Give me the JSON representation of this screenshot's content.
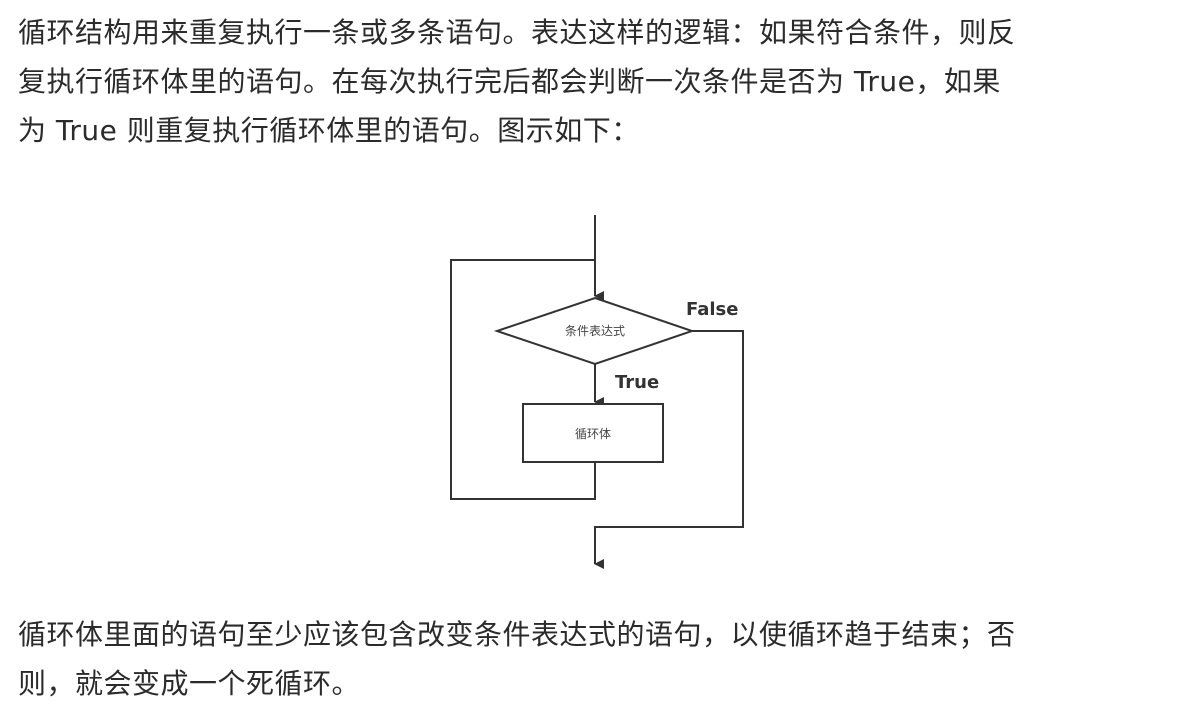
{
  "intro": {
    "line1": "循环结构用来重复执行一条或多条语句。表达这样的逻辑：如果符合条件，则反",
    "line2": "复执行循环体里的语句。在每次执行完后都会判断一次条件是否为 True，如果",
    "line3": "为 True 则重复执行循环体里的语句。图示如下："
  },
  "diagram": {
    "condition_label": "条件表达式",
    "body_label": "循环体",
    "false_label": "False",
    "true_label": "True"
  },
  "conclusion": {
    "line1": "循环体里面的语句至少应该包含改变条件表达式的语句，以使循环趋于结束；否",
    "line2": "则，就会变成一个死循环。"
  }
}
